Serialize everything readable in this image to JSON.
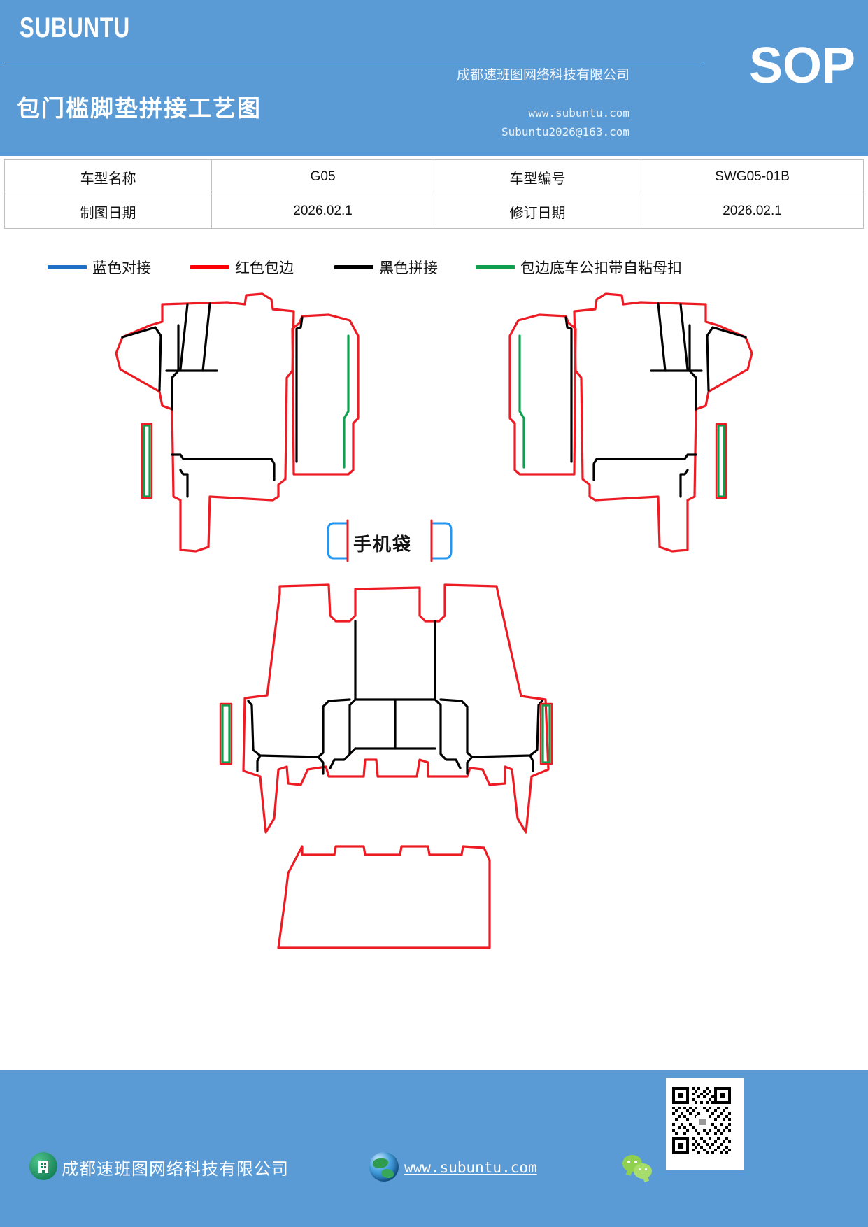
{
  "header": {
    "brand": "SUBUNTU",
    "doc_title": "包门槛脚垫拼接工艺图",
    "company_cn": "成都速班图网络科技有限公司",
    "website": "www.subuntu.com",
    "email": "Subuntu2026@163.com",
    "sop_label": "SOP",
    "bg_color": "#5b9bd5"
  },
  "info_table": {
    "rows": [
      {
        "label1": "车型名称",
        "value1": "G05",
        "label2": "车型编号",
        "value2": "SWG05-01B"
      },
      {
        "label1": "制图日期",
        "value1": "2026.02.1",
        "label2": "修订日期",
        "value2": "2026.02.1"
      }
    ]
  },
  "legend": {
    "items": [
      {
        "label": "蓝色对接",
        "color": "#1f6fc4"
      },
      {
        "label": "红色包边",
        "color": "#fb0007"
      },
      {
        "label": "黑色拼接",
        "color": "#000000"
      },
      {
        "label": "包边底车公扣带自粘母扣",
        "color": "#0f9f4f"
      }
    ]
  },
  "drawing": {
    "pocket_label": "手机袋",
    "colors": {
      "red": "#ed1c24",
      "black": "#000000",
      "green": "#0f9f4f",
      "blue": "#2196f3"
    },
    "parts": [
      "front-left-floor-mat",
      "front-right-floor-mat",
      "second-row-floor-mat",
      "third-row-floor-mat"
    ]
  },
  "footer": {
    "company_cn": "成都速班图网络科技有限公司",
    "website": "www.subuntu.com",
    "bg_color": "#5b9bd5"
  }
}
